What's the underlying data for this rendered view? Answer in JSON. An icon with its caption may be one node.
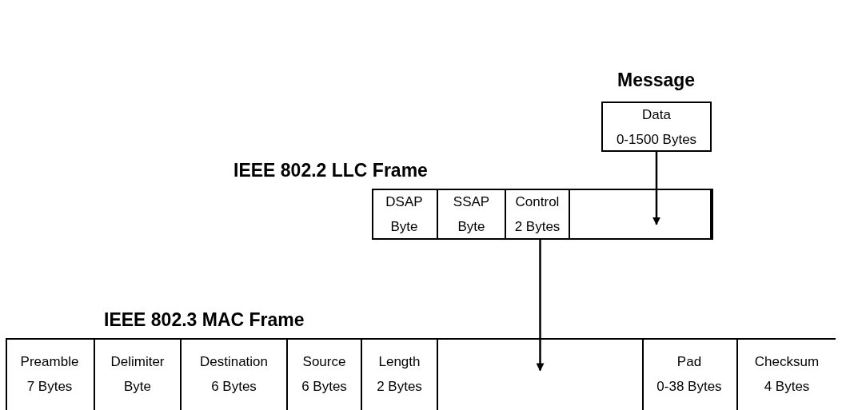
{
  "diagram": {
    "nodes": [
      {
        "text": [
          "Message",
          "Data 0-1500 Bytes"
        ]
      },
      {
        "text": [
          "IEEE 802.2 LLC Frame"
        ]
      },
      {
        "text": [
          "DSAP Byte"
        ],
        "in": 1
      },
      {
        "text": [
          "SSAP Byte"
        ],
        "in": 1
      },
      {
        "text": [
          "Control 2 Bytes"
        ],
        "in": 1
      },
      {
        "text": [],
        "shape": "box",
        "in": 1
      },
      {
        "text": [
          "IEEE 802.3 MAC Frame"
        ]
      },
      {
        "text": [
          "Preamble 7 Bytes"
        ],
        "in": 6
      },
      {
        "text": [
          "Delimiter Byte"
        ],
        "in": 6
      },
      {
        "text": [
          "Destination 6 Bytes"
        ],
        "in": 6
      },
      {
        "text": [
          "Source 6 Bytes"
        ],
        "in": 6
      },
      {
        "text": [
          "Length 2 Bytes"
        ],
        "in": 6
      },
      {
        "text": [],
        "shape": "box",
        "in": 6
      },
      {
        "text": [
          "Pad 0-38 Bytes"
        ],
        "in": 6
      },
      {
        "text": [
          "Checksum 4 Bytes"
        ],
        "in": 6
      }
    ],
    "edges": [
      {
        "from": 0,
        "to": 5,
        "arrow": "to"
      },
      {
        "from": 1,
        "to": 12,
        "arrow": "to"
      }
    ]
  }
}
